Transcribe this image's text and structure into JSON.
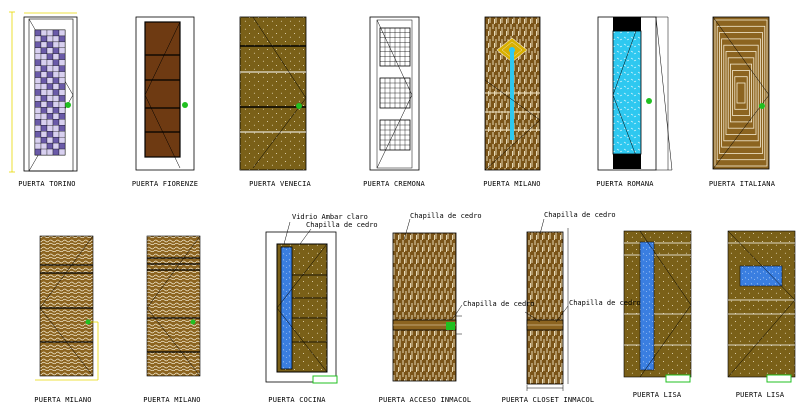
{
  "colors": {
    "wood": "#7a5418",
    "wood_light": "#8c6420",
    "wood_olive": "#7a6018",
    "brown_panel": "#6e3a12",
    "cyan": "#2ec8f0",
    "blue": "#3a7ee0",
    "grid_purple": "#6a5aa8",
    "outline": "#000000",
    "frame_yellow": "#e8d800",
    "handle_green": "#20c020",
    "line_white": "#ffffff"
  },
  "doors": [
    {
      "id": "torino",
      "label": "PUERTA TORINO"
    },
    {
      "id": "fiorenze",
      "label": "PUERTA FIORENZE"
    },
    {
      "id": "venecia",
      "label": "PUERTA VENECIA"
    },
    {
      "id": "cremona",
      "label": "PUERTA CREMONA"
    },
    {
      "id": "milano-top",
      "label": "PUERTA MILANO"
    },
    {
      "id": "romana",
      "label": "PUERTA ROMANA"
    },
    {
      "id": "italiana",
      "label": "PUERTA ITALIANA"
    },
    {
      "id": "milano-1",
      "label": "PUERTA MILANO"
    },
    {
      "id": "milano-2",
      "label": "PUERTA MILANO"
    },
    {
      "id": "cocina",
      "label": "PUERTA COCINA"
    },
    {
      "id": "acceso",
      "label": "PUERTA ACCESO INMACOL"
    },
    {
      "id": "closet",
      "label": "PUERTA CLOSET INMACOL"
    },
    {
      "id": "lisa-1",
      "label": "PUERTA LISA"
    },
    {
      "id": "lisa-2",
      "label": "PUERTA LISA"
    }
  ],
  "annotations": {
    "vidrio": "Vidrio Ambar claro",
    "chapilla": "Chapilla de cedro"
  }
}
